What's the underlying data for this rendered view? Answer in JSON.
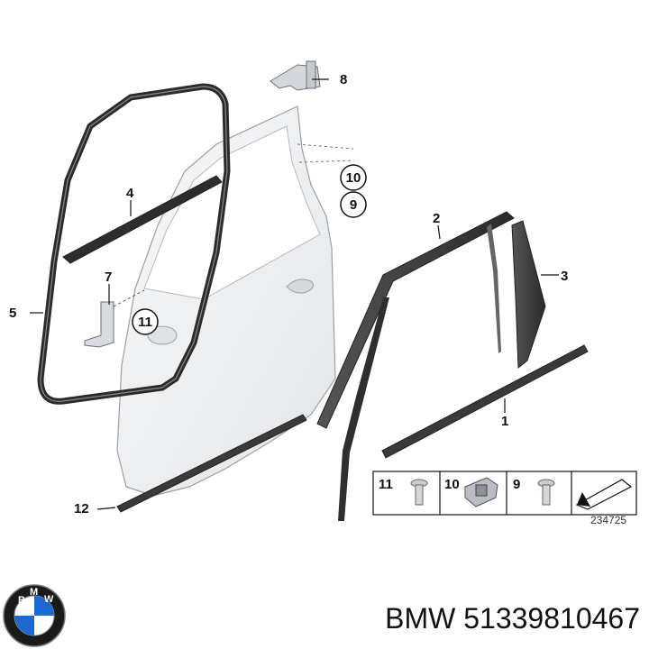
{
  "callouts": {
    "c1": "1",
    "c2": "2",
    "c3": "3",
    "c4": "4",
    "c5": "5",
    "c7": "7",
    "c8": "8",
    "c9": "9",
    "c10": "10",
    "c11": "11",
    "c12": "12"
  },
  "legend": {
    "items": [
      "11",
      "10",
      "9"
    ],
    "reference": "234725"
  },
  "logo": {
    "letters": [
      "B",
      "M",
      "W"
    ]
  },
  "footer": {
    "part_label": "BMW 51339810467"
  },
  "colors": {
    "seal": "#2b2b2b",
    "door_panel": "#eef0f2",
    "outline": "#9aa0a6",
    "dark_trim": "#3a3a3a",
    "bmw_blue": "#1c69d4"
  }
}
